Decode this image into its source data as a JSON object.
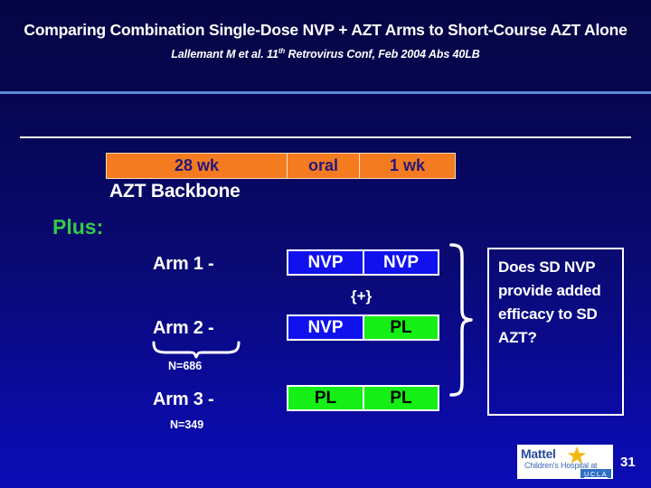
{
  "slide": {
    "title": "Comparing Combination Single-Dose NVP + AZT Arms to Short-Course AZT Alone",
    "subtitle_pre": "Lallemant M et al. 11",
    "subtitle_sup": "th",
    "subtitle_post": " Retrovirus Conf, Feb 2004 Abs 40LB",
    "page_number": "31"
  },
  "timeline": {
    "segments": [
      {
        "label": "28 wk"
      },
      {
        "label": "oral"
      },
      {
        "label": "1 wk"
      }
    ]
  },
  "labels": {
    "backbone": "AZT Backbone",
    "plus": "Plus:",
    "plus_connector": "{+}"
  },
  "arms": [
    {
      "label": "Arm 1 -",
      "n_label": "",
      "cells": [
        {
          "text": "NVP",
          "kind": "nvp"
        },
        {
          "text": "NVP",
          "kind": "nvp"
        }
      ]
    },
    {
      "label": "Arm 2 -",
      "n_label": "N=686",
      "cells": [
        {
          "text": "NVP",
          "kind": "nvp"
        },
        {
          "text": "PL",
          "kind": "pl"
        }
      ]
    },
    {
      "label": "Arm 3 -",
      "n_label": "N=349",
      "cells": [
        {
          "text": "PL",
          "kind": "pl"
        },
        {
          "text": "PL",
          "kind": "pl"
        }
      ]
    }
  ],
  "question": {
    "text": "Does SD NVP provide added efficacy to SD AZT?"
  },
  "logo": {
    "brand": "Mattel",
    "sub": "Children's Hospital at",
    "badge": "UCLA"
  },
  "colors": {
    "background_top": "#050545",
    "background_bottom": "#0c0cb5",
    "timeline_orange": "#f47b20",
    "timeline_text": "#27177a",
    "nvp_blue": "#1111ee",
    "pl_green": "#15ef15",
    "plus_green": "#33cc44",
    "rule_light_blue": "#5f86d8",
    "text_white": "#ffffff"
  }
}
